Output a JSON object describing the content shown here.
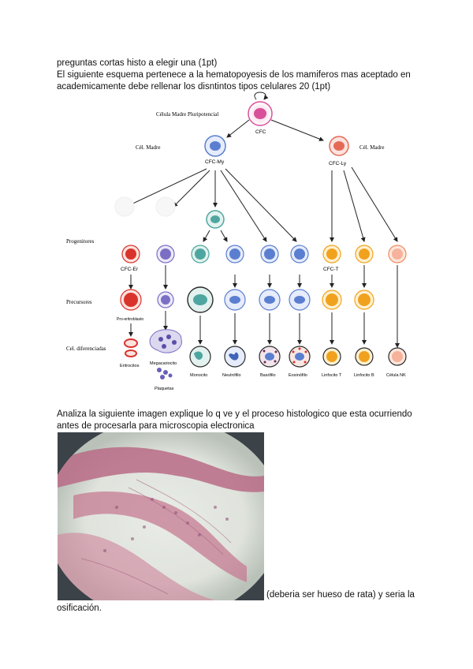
{
  "question1": {
    "line1": "preguntas cortas histo a elegir una (1pt)",
    "line2": "El siguiente esquema pertenece a la hematopoyesis de los mamiferos mas aceptado en",
    "line3": "academicamente debe rellenar los disntintos tipos celulares 20 (1pt)"
  },
  "diagram": {
    "stem_title": "Célula Madre Pluripotencial",
    "cfc": "CFC",
    "cel_madre_left": "Cél. Madre",
    "cel_madre_right": "Cél. Madre",
    "cfc_my": "CFC-My",
    "cfc_ly": "CFC-Ly",
    "row_progenitores": "Progenitores",
    "row_precursores": "Precursores",
    "row_diferenciadas": "Cel. diferenciadas",
    "cfc_er": "CFC-Er",
    "cfc_t": "CFC-T",
    "pro_eritroblasto": "Pro-eritroblasto",
    "eritrocitos": "Eritrocitos",
    "megacariocito": "Megacariocito",
    "plaquetas": "Plaquetas",
    "monocito": "Monocito",
    "neutrofilo": "Neutrófilo",
    "basofilo": "Basófilo",
    "eosinofilo": "Eosinófilo",
    "linfocito_t": "Linfocito T",
    "linfocito_b": "Linfocito B",
    "celula_nk": "Célula NK"
  },
  "question2": {
    "line1": "Analiza la siguiente imagen explique lo q ve y el proceso histologico que esta ocurriendo",
    "line2": "antes de procesarla para microscopia electronica"
  },
  "answer": {
    "inline": "(deberia ser hueso de rata) y seria la",
    "continuation": "osificación."
  },
  "colors": {
    "red_cell": "#d9342b",
    "purple_cell": "#7a6fc4",
    "teal_cell": "#4fa6a0",
    "blue_cell": "#5b7fd0",
    "orange_cell": "#f0a21e",
    "pink_cell": "#d9509a"
  }
}
